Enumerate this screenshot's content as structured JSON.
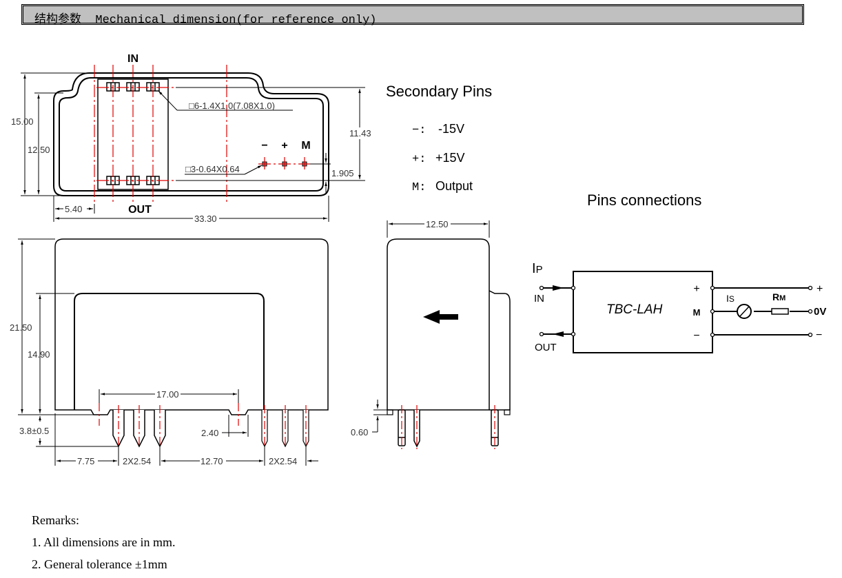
{
  "header": {
    "title_cn": "结构参数",
    "title_en": "Mechanical dimension(for reference only)"
  },
  "top_view": {
    "label_in": "IN",
    "label_out": "OUT",
    "secondary_pin_labels": [
      "−",
      "+",
      "M"
    ],
    "dim_height_total": "15.00",
    "dim_height_inner": "12.50",
    "dim_offset_left": "5.40",
    "dim_width_total": "33.30",
    "dim_pin_span": "11.43",
    "dim_pin_offset": "1.905",
    "note_primary_pins": "□6-1.4X1.0(7.08X1.0)",
    "note_secondary_pins": "□3-0.64X0.64"
  },
  "front_view": {
    "dim_height_total": "21.50",
    "dim_window_height": "14.90",
    "dim_pin_length": "3.8±0.5",
    "dim_17": "17.00",
    "dim_2_40": "2.40",
    "dim_7_75": "7.75",
    "dim_pitch_1": "2X2.54",
    "dim_12_70": "12.70",
    "dim_pitch_2": "2X2.54"
  },
  "side_view": {
    "dim_width": "12.50",
    "dim_standoff": "0.60",
    "arrow_direction": "left"
  },
  "secondary_pins": {
    "heading": "Secondary Pins",
    "items": [
      {
        "key": "−:",
        "value": "-15V"
      },
      {
        "key": "+:",
        "value": "+15V"
      },
      {
        "key": "M:",
        "value": "Output"
      }
    ]
  },
  "pins_connections": {
    "heading": "Pins connections",
    "primary_current": "I",
    "primary_current_sub": "P",
    "in_label": "IN",
    "out_label": "OUT",
    "device_name": "TBC-LAH",
    "device_pins": [
      "+",
      "M",
      "−"
    ],
    "secondary_current": "I",
    "secondary_current_sub": "S",
    "resistor": "R",
    "resistor_sub": "M",
    "terminals": [
      "+",
      "0V",
      "−"
    ]
  },
  "remarks": {
    "title": "Remarks:",
    "items": [
      "1. All dimensions are in mm.",
      "2. General tolerance ±1mm"
    ]
  },
  "colors": {
    "header_bg": "#c0c0c0",
    "centerline": "#e00000",
    "line": "#000000"
  }
}
